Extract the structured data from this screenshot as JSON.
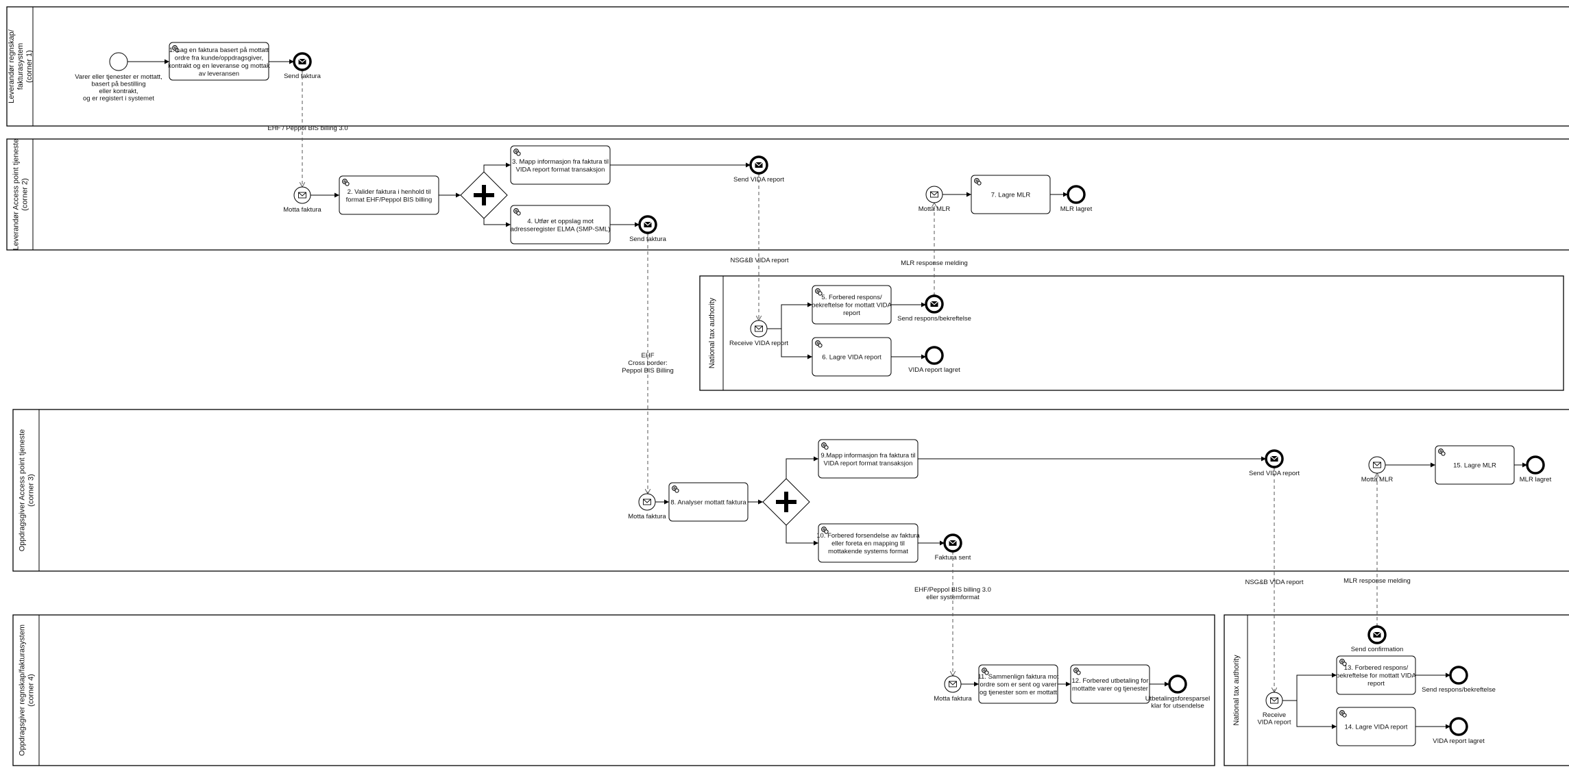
{
  "pools": [
    {
      "id": "p1",
      "label": [
        "Leverandør regnskap/",
        "fakturasystem",
        "(corner 1)"
      ]
    },
    {
      "id": "p2",
      "label": [
        "Leverandør Access point tjeneste",
        "(corner 2)"
      ]
    },
    {
      "id": "p3",
      "label": [
        "National tax authority"
      ]
    },
    {
      "id": "p4",
      "label": [
        "Oppdragsgiver  Access point tjeneste",
        "(corner 3)"
      ]
    },
    {
      "id": "p5",
      "label": [
        "Oppdragsgiver regnskap/fakturasystem",
        "(corner 4)"
      ]
    },
    {
      "id": "p6",
      "label": [
        "National tax authority"
      ]
    }
  ],
  "tasks": [
    {
      "id": "t1",
      "lines": [
        "1. Lag en faktura basert på mottatt",
        "ordre fra kunde/oppdragsgiver,",
        "kontrakt og en leveranse og mottak",
        "av leveransen"
      ]
    },
    {
      "id": "t2",
      "lines": [
        "2. Valider faktura i henhold til",
        "format EHF/Peppol BIS billing"
      ]
    },
    {
      "id": "t3",
      "lines": [
        "3. Mapp informasjon fra faktura til",
        "VIDA report format transaksjon"
      ]
    },
    {
      "id": "t4",
      "lines": [
        "4. Utfør et oppslag mot",
        "adresseregister ELMA (SMP-SML)"
      ]
    },
    {
      "id": "t5",
      "lines": [
        "5. Forbered respons/",
        "bekreftelse for mottatt VIDA",
        "report"
      ]
    },
    {
      "id": "t6",
      "lines": [
        "6. Lagre VIDA report"
      ]
    },
    {
      "id": "t7",
      "lines": [
        "7. Lagre MLR"
      ]
    },
    {
      "id": "t8",
      "lines": [
        "8. Analyser mottatt faktura"
      ]
    },
    {
      "id": "t9",
      "lines": [
        "9.Mapp informasjon fra faktura til",
        "VIDA report format transaksjon"
      ]
    },
    {
      "id": "t10",
      "lines": [
        "10. Forbered forsendelse av faktura",
        "eller foreta en mapping til",
        "mottakende systems format"
      ]
    },
    {
      "id": "t11",
      "lines": [
        "11. Sammenlign faktura mot",
        "ordre som er sent og varer",
        "og tjenester som er mottatt"
      ]
    },
    {
      "id": "t12",
      "lines": [
        "12. Forbered utbetaling for",
        "mottatte varer og tjenester"
      ]
    },
    {
      "id": "t13",
      "lines": [
        "13. Forbered respons/",
        "bekreftelse for mottatt VIDA",
        "report"
      ]
    },
    {
      "id": "t14",
      "lines": [
        "14. Lagre VIDA report"
      ]
    },
    {
      "id": "t15",
      "lines": [
        "15. Lagre MLR"
      ]
    }
  ],
  "events": [
    {
      "id": "e1",
      "kind": "start",
      "lines": [
        "Varer eller tjenester er mottatt,",
        "basert på bestilling",
        "eller kontrakt,",
        "og er registert i systemet"
      ]
    },
    {
      "id": "e2",
      "kind": "end-message",
      "lines": [
        "Send faktura"
      ]
    },
    {
      "id": "e3",
      "kind": "catch-message",
      "lines": [
        "Motta faktura"
      ]
    },
    {
      "id": "e4",
      "kind": "end-message",
      "lines": [
        "Send VIDA report"
      ]
    },
    {
      "id": "e5",
      "kind": "end-message",
      "lines": [
        "Send faktura"
      ]
    },
    {
      "id": "e6",
      "kind": "catch-message",
      "lines": [
        "Motta MLR"
      ]
    },
    {
      "id": "e7",
      "kind": "end",
      "lines": [
        "MLR lagret"
      ]
    },
    {
      "id": "e8",
      "kind": "catch-message",
      "lines": [
        "Receive VIDA report"
      ]
    },
    {
      "id": "e9",
      "kind": "end-message",
      "lines": [
        "Send respons/bekreftelse"
      ]
    },
    {
      "id": "e10",
      "kind": "end",
      "lines": [
        "VIDA report lagret"
      ]
    },
    {
      "id": "e11",
      "kind": "catch-message",
      "lines": [
        "Motta faktura"
      ]
    },
    {
      "id": "e12",
      "kind": "end-message",
      "lines": [
        "Send VIDA report"
      ]
    },
    {
      "id": "e13",
      "kind": "catch-message",
      "lines": [
        "Motta MLR"
      ]
    },
    {
      "id": "e14",
      "kind": "end",
      "lines": [
        "MLR lagret"
      ]
    },
    {
      "id": "e15",
      "kind": "end-message",
      "lines": [
        "Faktura sent"
      ]
    },
    {
      "id": "e16",
      "kind": "catch-message",
      "lines": [
        "Motta faktura"
      ]
    },
    {
      "id": "e17",
      "kind": "end",
      "lines": [
        "Utbetalingsforesparsel",
        "klar for utsendelse"
      ]
    },
    {
      "id": "e18",
      "kind": "end-message",
      "lines": [
        "Send confirmation"
      ]
    },
    {
      "id": "e19",
      "kind": "catch-message",
      "lines": [
        "Receive",
        "VIDA report"
      ]
    },
    {
      "id": "e20",
      "kind": "end",
      "lines": [
        "Send respons/bekreftelse"
      ]
    },
    {
      "id": "e21",
      "kind": "end",
      "lines": [
        "VIDA report lagret"
      ]
    }
  ],
  "message_labels": [
    {
      "id": "m1",
      "lines": [
        "EHF / Peppol BIS billing 3.0"
      ]
    },
    {
      "id": "m2",
      "lines": [
        "NSG&B VIDA report"
      ]
    },
    {
      "id": "m3",
      "lines": [
        "MLR response melding"
      ]
    },
    {
      "id": "m4",
      "lines": [
        "EHF",
        "Cross border:",
        "Peppol BIS Billing"
      ]
    },
    {
      "id": "m5",
      "lines": [
        "NSG&B VIDA report"
      ]
    },
    {
      "id": "m6",
      "lines": [
        "MLR response melding"
      ]
    },
    {
      "id": "m7",
      "lines": [
        "EHF/Peppol BIS billing 3.0",
        "eller systemformat"
      ]
    }
  ]
}
